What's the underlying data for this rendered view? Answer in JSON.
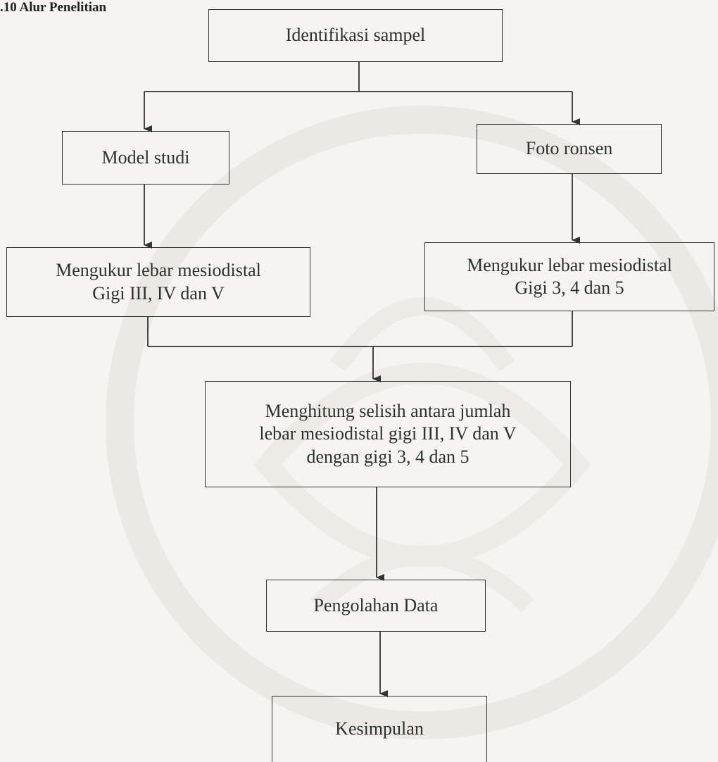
{
  "heading": ".10 Alur Penelitian",
  "nodes": {
    "identifikasi": {
      "lines": [
        "Identifikasi sampel"
      ]
    },
    "model_studi": {
      "lines": [
        "Model studi"
      ]
    },
    "foto_ronsen": {
      "lines": [
        "Foto ronsen"
      ]
    },
    "mengukur_1": {
      "lines": [
        "Mengukur lebar mesiodistal",
        "Gigi III, IV dan V"
      ]
    },
    "mengukur_2": {
      "lines": [
        "Mengukur lebar mesiodistal",
        "Gigi 3, 4 dan 5"
      ]
    },
    "menghitung": {
      "lines": [
        "Menghitung selisih antara jumlah",
        "lebar mesiodistal gigi III, IV dan V",
        "dengan gigi 3, 4 dan 5"
      ]
    },
    "pengolahan": {
      "lines": [
        "Pengolahan Data"
      ]
    },
    "kesimpulan": {
      "lines": [
        "Kesimpulan"
      ]
    }
  },
  "colors": {
    "line": "#333333",
    "background": "#f5f4f0",
    "watermark": "#d9d6cf"
  }
}
